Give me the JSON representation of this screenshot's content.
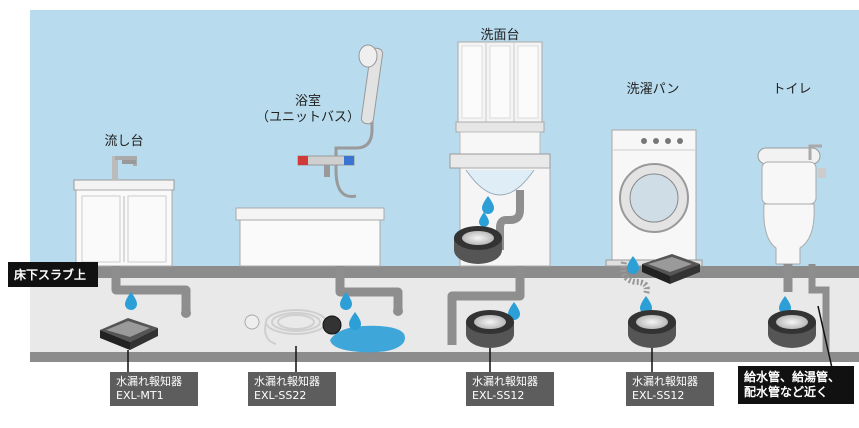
{
  "labels": {
    "sink": "流し台",
    "bath_line1": "浴室",
    "bath_line2": "（ユニットバス）",
    "washbasin": "洗面台",
    "washer": "洗濯パン",
    "toilet": "トイレ",
    "floor": "床下スラブ上"
  },
  "captions": [
    {
      "line1": "水漏れ報知器",
      "line2": "EXL-MT1"
    },
    {
      "line1": "水漏れ報知器",
      "line2": "EXL-SS22"
    },
    {
      "line1": "水漏れ報知器",
      "line2": "EXL-SS12"
    },
    {
      "line1": "水漏れ報知器",
      "line2": "EXL-SS12"
    }
  ],
  "note": {
    "line1": "給水管、給湯管、",
    "line2": "配水管など近く"
  },
  "colors": {
    "sky": "#b8dbee",
    "floor_band": "#8c8c8c",
    "underfloor": "#e9e9e9",
    "water": "#2b9fd6",
    "caption_bg": "#5d5d5d"
  }
}
